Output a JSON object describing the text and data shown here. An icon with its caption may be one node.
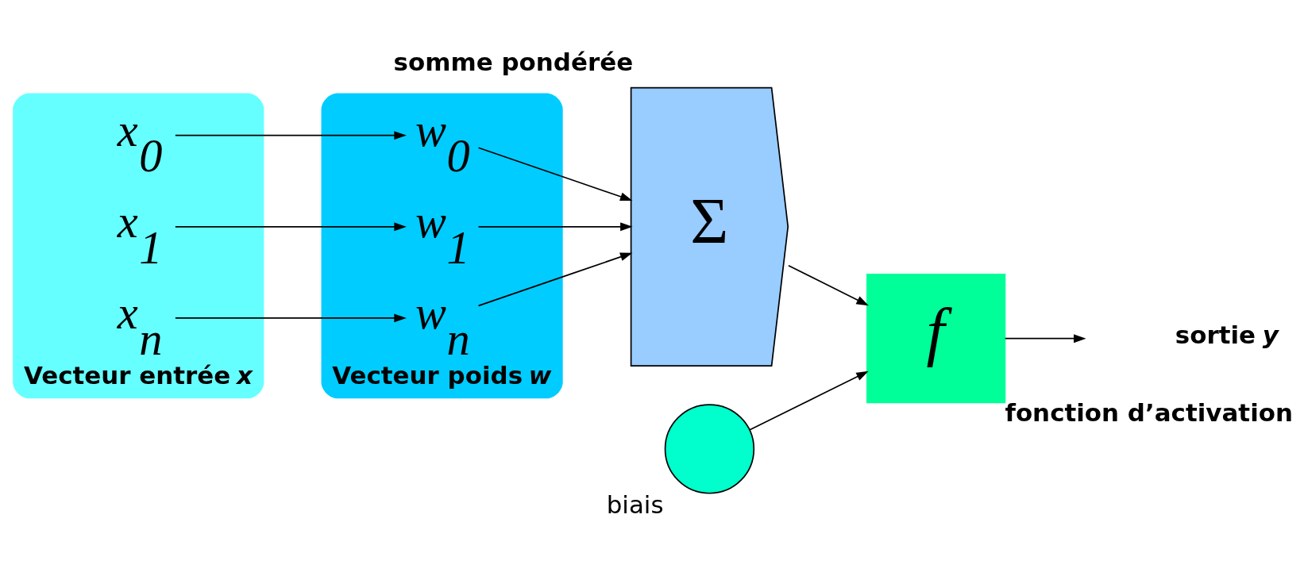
{
  "diagram": {
    "nodes": [
      {
        "text": [],
        "shape": "ellipse",
        "beside": [
          "Vecteur entrée *x*"
        ]
      },
      {
        "text": [
          "x$_{0}$"
        ],
        "in": 0
      },
      {
        "text": [
          "x$_{1}$"
        ],
        "in": 0
      },
      {
        "text": [
          "x$_{n}$"
        ],
        "in": 0
      },
      {
        "text": [],
        "shape": "ellipse",
        "beside": [
          "Vecteur poids *w*"
        ]
      },
      {
        "text": [
          "w$_{0}$"
        ],
        "in": 4
      },
      {
        "text": [
          "w$_{1}$"
        ],
        "in": 4
      },
      {
        "text": [
          "w$_{n}$"
        ],
        "in": 4
      },
      {
        "text": [
          "Σ"
        ],
        "beside": [
          "somme pondérée"
        ]
      },
      {
        "text": [],
        "shape": "circle",
        "beside": [
          "biais"
        ]
      },
      {
        "text": [
          "f"
        ],
        "beside": [
          "fonction d’activation"
        ]
      }
    ],
    "edges": [
      {
        "from": 1,
        "to": 5,
        "arrow": "to"
      },
      {
        "from": 2,
        "to": 6,
        "arrow": "to"
      },
      {
        "from": 3,
        "to": 7,
        "arrow": "to"
      },
      {
        "from": 5,
        "to": 8,
        "arrow": "to"
      },
      {
        "from": 6,
        "to": 8,
        "arrow": "to"
      },
      {
        "from": 7,
        "to": 8,
        "arrow": "to"
      },
      {
        "from": 8,
        "to": 10,
        "arrow": "to"
      },
      {
        "from": 9,
        "to": 10,
        "arrow": "to"
      },
      {
        "from": 10,
        "to": null,
        "arrow": "to"
      }
    ],
    "labels": [
      "sortie *y*"
    ]
  }
}
